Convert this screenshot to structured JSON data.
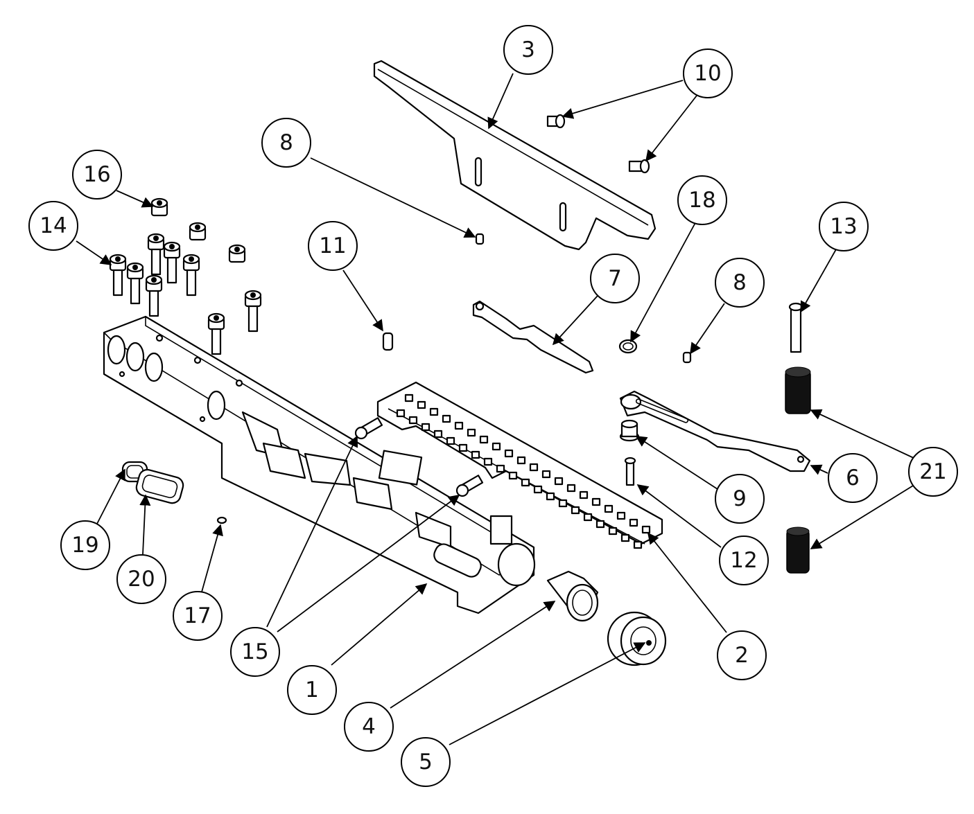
{
  "callouts": [
    {
      "label": "1"
    },
    {
      "label": "2"
    },
    {
      "label": "3"
    },
    {
      "label": "4"
    },
    {
      "label": "5"
    },
    {
      "label": "6"
    },
    {
      "label": "7"
    },
    {
      "label": "8"
    },
    {
      "label": "8"
    },
    {
      "label": "9"
    },
    {
      "label": "10"
    },
    {
      "label": "11"
    },
    {
      "label": "12"
    },
    {
      "label": "13"
    },
    {
      "label": "14"
    },
    {
      "label": "15"
    },
    {
      "label": "16"
    },
    {
      "label": "17"
    },
    {
      "label": "18"
    },
    {
      "label": "19"
    },
    {
      "label": "20"
    },
    {
      "label": "21"
    }
  ]
}
